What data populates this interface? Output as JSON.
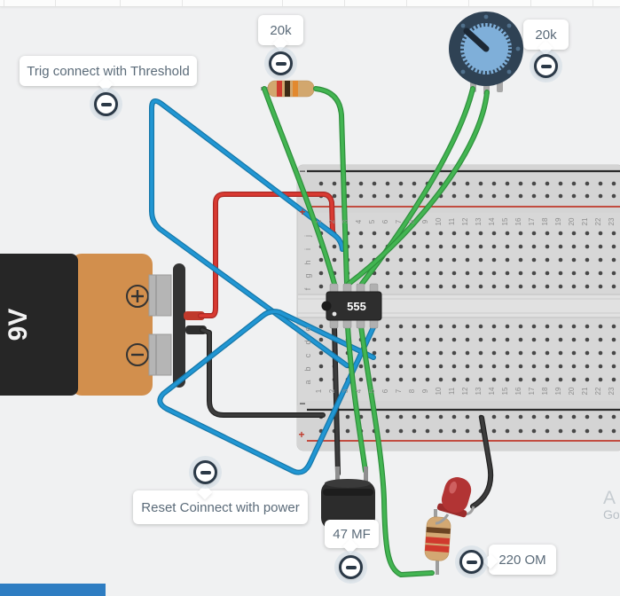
{
  "colors": {
    "background": "#f0f1f2",
    "wire_green": "#43b552",
    "wire_green_dark": "#2e8f3c",
    "wire_blue": "#2196d3",
    "wire_blue_dark": "#1577a8",
    "wire_red": "#d93a32",
    "wire_red_dark": "#a82723",
    "wire_black": "#3c3c3c",
    "wire_black_dark": "#212121",
    "board": "#d7d7d7",
    "board_channel": "#e1e1e1",
    "rail_red": "#c0392b",
    "rail_black": "#2b2b2b",
    "battery_body": "#262626",
    "battery_cap": "#d28f4d",
    "chip_body": "#2e2e2e",
    "pot_ring": "#2f4254",
    "pot_knob": "#7fafd9",
    "led_red": "#b23434",
    "resistor_tan": "#d2a76e",
    "cap_black": "#2c2c2c",
    "footer_accent": "#2e7dc2"
  },
  "annotations": [
    {
      "id": "trig",
      "text": "Trig connect with Threshold",
      "icon": "minus-icon"
    },
    {
      "id": "res20k-top",
      "text": "20k",
      "icon": "minus-icon"
    },
    {
      "id": "pot20k",
      "text": "20k",
      "icon": "minus-icon"
    },
    {
      "id": "cap47",
      "text": "47 MF",
      "icon": "minus-icon"
    },
    {
      "id": "res220",
      "text": "220 OM",
      "icon": "minus-icon"
    },
    {
      "id": "reset",
      "text": "Reset Coinnect with power",
      "icon": "minus-icon"
    }
  ],
  "components": {
    "battery": {
      "label": "9V",
      "plus_symbol": "+",
      "minus_symbol": "−"
    },
    "chip": {
      "label": "555"
    },
    "breadboard": {
      "columns": 23,
      "top_row_letters": [
        "j",
        "i",
        "h",
        "g",
        "f"
      ],
      "bottom_row_letters": [
        "e",
        "d",
        "c",
        "b",
        "a"
      ],
      "rail_minus_symbol": "−",
      "rail_plus_symbol": "+"
    }
  },
  "watermark": {
    "line1": "A",
    "line2": "Go"
  }
}
